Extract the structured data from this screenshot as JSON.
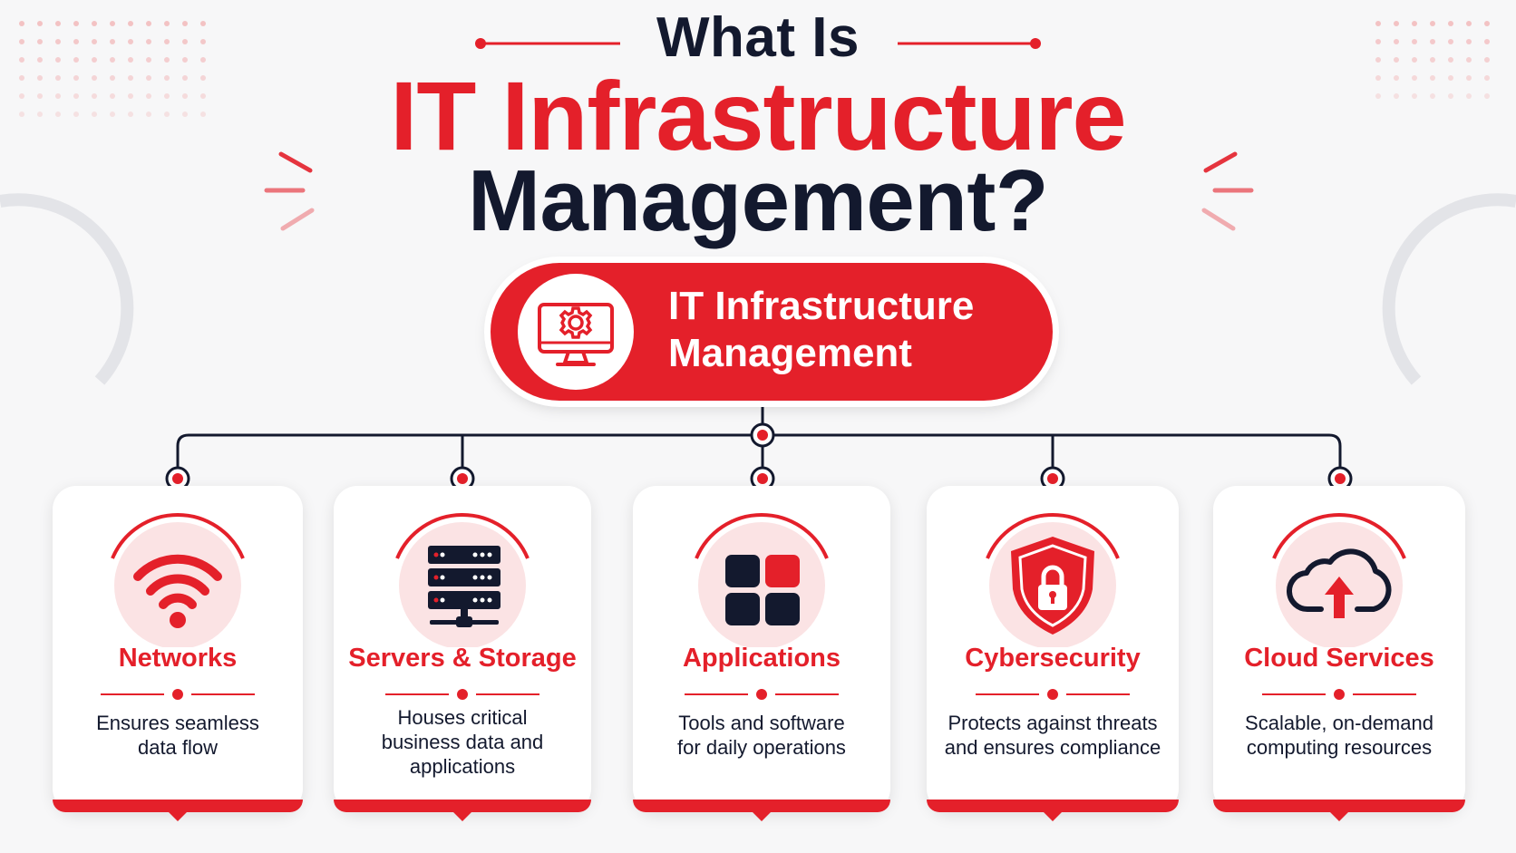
{
  "title": {
    "line1": "What Is",
    "line2": "IT Infrastructure",
    "line3": "Management?"
  },
  "hub": {
    "line1": "IT Infrastructure",
    "line2": "Management",
    "icon": "monitor-gear-icon"
  },
  "colors": {
    "accent": "#e4202a",
    "dark": "#13192e",
    "background": "#f7f7f8"
  },
  "cards": [
    {
      "title": "Networks",
      "icon": "wifi-icon",
      "desc": [
        "Ensures seamless",
        "data flow"
      ]
    },
    {
      "title": "Servers & Storage",
      "icon": "server-rack-icon",
      "desc": [
        "Houses critical",
        "business data and",
        "applications"
      ]
    },
    {
      "title": "Applications",
      "icon": "app-grid-icon",
      "desc": [
        "Tools and software",
        "for daily operations"
      ]
    },
    {
      "title": "Cybersecurity",
      "icon": "shield-lock-icon",
      "desc": [
        "Protects against threats",
        "and ensures compliance"
      ]
    },
    {
      "title": "Cloud Services",
      "icon": "cloud-upload-icon",
      "desc": [
        "Scalable, on-demand",
        "computing resources"
      ]
    }
  ]
}
